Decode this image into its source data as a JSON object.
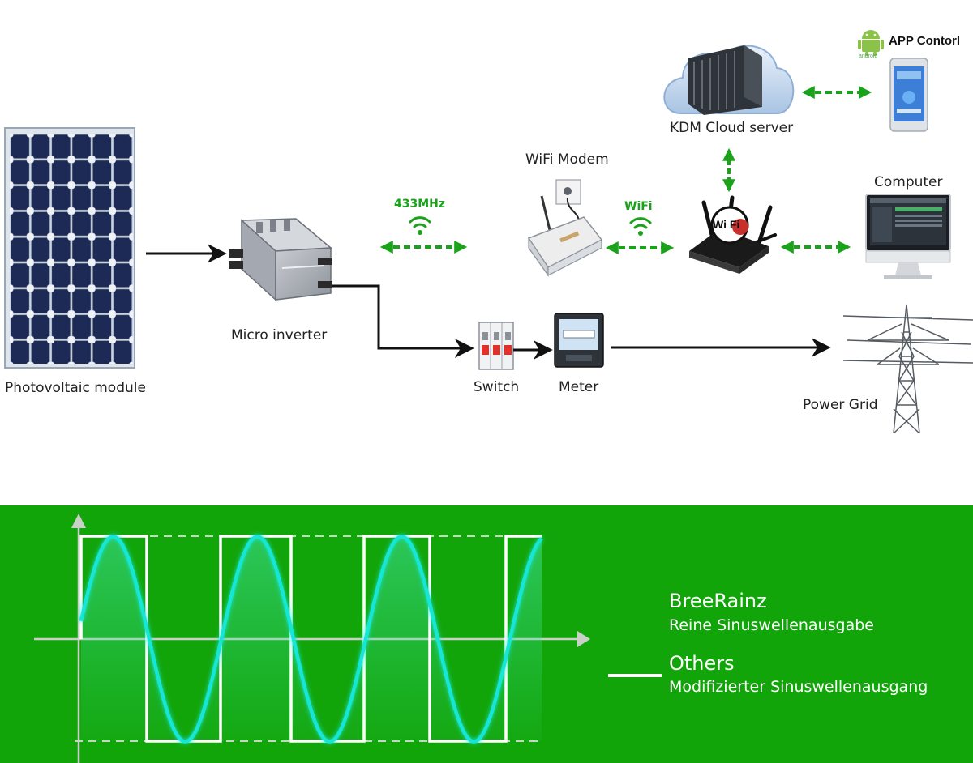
{
  "labels": {
    "photovoltaic": "Photovoltaic module",
    "micro_inverter": "Micro inverter",
    "switch": "Switch",
    "meter": "Meter",
    "power_grid": "Power Grid",
    "wifi_modem": "WiFi Modem",
    "computer": "Computer",
    "cloud": "KDM Cloud server",
    "app": "APP Contorl",
    "freq": "433MHz",
    "wifi": "WiFi",
    "android": "android",
    "router_badge": "Wi Fi"
  },
  "legend": [
    {
      "title": "BreeRainz",
      "subtitle": "Reine Sinuswellenausgabe",
      "color": "#19e6d6"
    },
    {
      "title": "Others",
      "subtitle": "Modifizierter Sinuswellenausgang",
      "color": "#ffffff"
    }
  ],
  "colors": {
    "green_arrow": "#1aa31a",
    "panel_bg": "#12a50a",
    "sine": "#19e6d6",
    "square": "#ffffff"
  }
}
